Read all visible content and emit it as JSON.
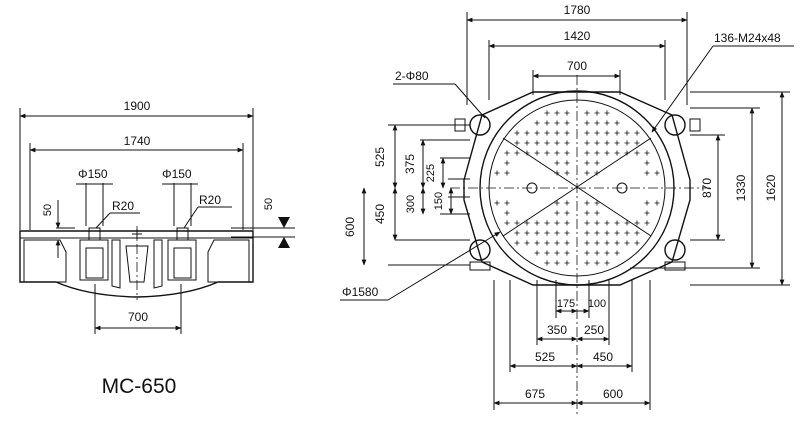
{
  "model": "MC-650",
  "side_view": {
    "dims": {
      "overall_width": "1900",
      "inner_width": "1740",
      "bore_left": "Φ150",
      "bore_right": "Φ150",
      "radius_left": "R20",
      "radius_right": "R20",
      "depth_left": "50",
      "depth_right": "50",
      "bore_spacing": "700"
    }
  },
  "top_view": {
    "dims": {
      "outer_width": "1780",
      "flat_width": "1420",
      "center_span": "700",
      "screw_holes": "136-M24x48",
      "pin_holes": "2-Φ80",
      "diameter": "Φ1580",
      "h_175": "175",
      "h_100": "100",
      "h_350": "350",
      "h_250": "250",
      "h_525": "525",
      "h_450": "450",
      "h_675": "675",
      "h_600": "600",
      "v_525": "525",
      "v_375": "375",
      "v_225": "225",
      "v_150": "150",
      "v_300": "300",
      "v_450": "450",
      "v_600": "600",
      "v_870": "870",
      "v_1330": "1330",
      "v_1620": "1620"
    }
  }
}
